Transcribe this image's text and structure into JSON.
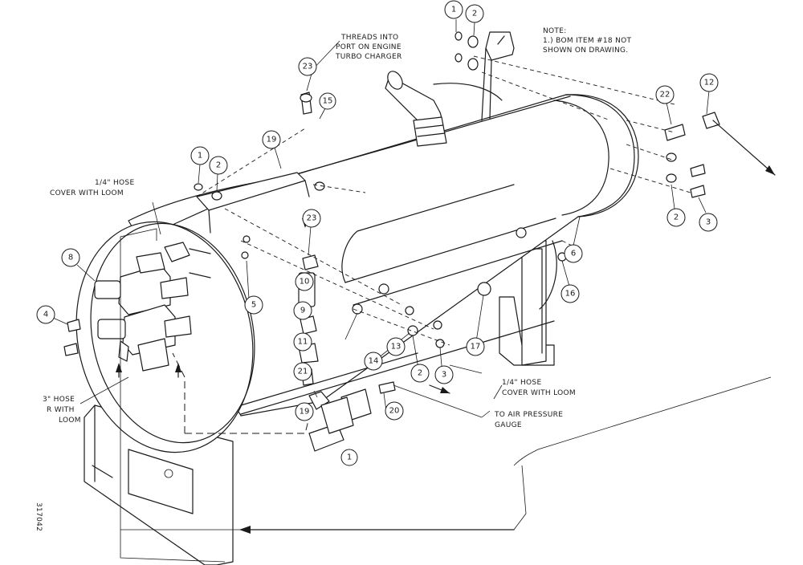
{
  "notes": {
    "general_title": "NOTE:",
    "general_line1": "1.) BOM ITEM #18 NOT",
    "general_line2": "SHOWN ON DRAWING.",
    "threads_line1": "THREADS INTO",
    "threads_line2": "PORT ON ENGINE",
    "threads_line3": "TURBO CHARGER",
    "hose_cover_top_line1": "1/4\" HOSE",
    "hose_cover_top_line2": "COVER WITH LOOM",
    "hose_cover_right_line1": "1/4\" HOSE",
    "hose_cover_right_line2": "COVER WITH LOOM",
    "hose_left_line1": "3\" HOSE",
    "hose_left_line2": "R WITH",
    "hose_left_line3": "LOOM",
    "air_gauge_line1": "TO AIR PRESSURE",
    "air_gauge_line2": "GAUGE",
    "drawing_number": "317042"
  },
  "callouts": {
    "c1": "1",
    "c2": "2",
    "c3": "23",
    "c4": "15",
    "c5": "12",
    "c6": "22",
    "c7": "1",
    "c8": "2",
    "c9": "19",
    "c10": "23",
    "c11": "2",
    "c12": "3",
    "c13": "6",
    "c14": "8",
    "c15": "4",
    "c16": "5",
    "c17": "10",
    "c18": "9",
    "c19": "11",
    "c20": "21",
    "c21": "13",
    "c22": "14",
    "c23": "2",
    "c24": "3",
    "c25": "17",
    "c26": "16",
    "c27": "19",
    "c28": "20",
    "c29": "1"
  }
}
